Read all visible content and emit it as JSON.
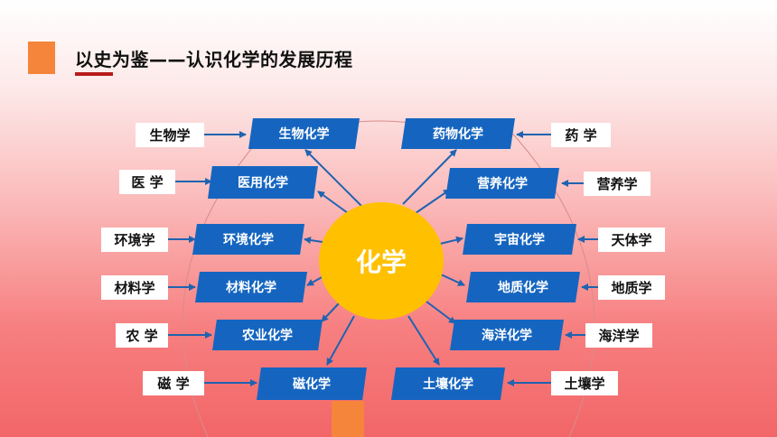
{
  "header": {
    "title": "以史为鉴——认识化学的发展历程"
  },
  "center": {
    "label": "化学"
  },
  "left_items": [
    {
      "field": "生物学",
      "sub": "生物化学"
    },
    {
      "field": "医 学",
      "sub": "医用化学"
    },
    {
      "field": "环境学",
      "sub": "环境化学"
    },
    {
      "field": "材料学",
      "sub": "材料化学"
    },
    {
      "field": "农 学",
      "sub": "农业化学"
    },
    {
      "field": "磁  学",
      "sub": "磁化学"
    }
  ],
  "right_items": [
    {
      "field": "药 学",
      "sub": "药物化学"
    },
    {
      "field": "营养学",
      "sub": "营养化学"
    },
    {
      "field": "天体学",
      "sub": "宇宙化学"
    },
    {
      "field": "地质学",
      "sub": "地质化学"
    },
    {
      "field": "海洋学",
      "sub": "海洋化学"
    },
    {
      "field": "土壤学",
      "sub": "土壤化学"
    }
  ],
  "colors": {
    "box": "#1565c0",
    "center": "#ffc000",
    "accent": "#f5853a",
    "underline": "#b71c1c",
    "arrow": "#1f63b0"
  }
}
